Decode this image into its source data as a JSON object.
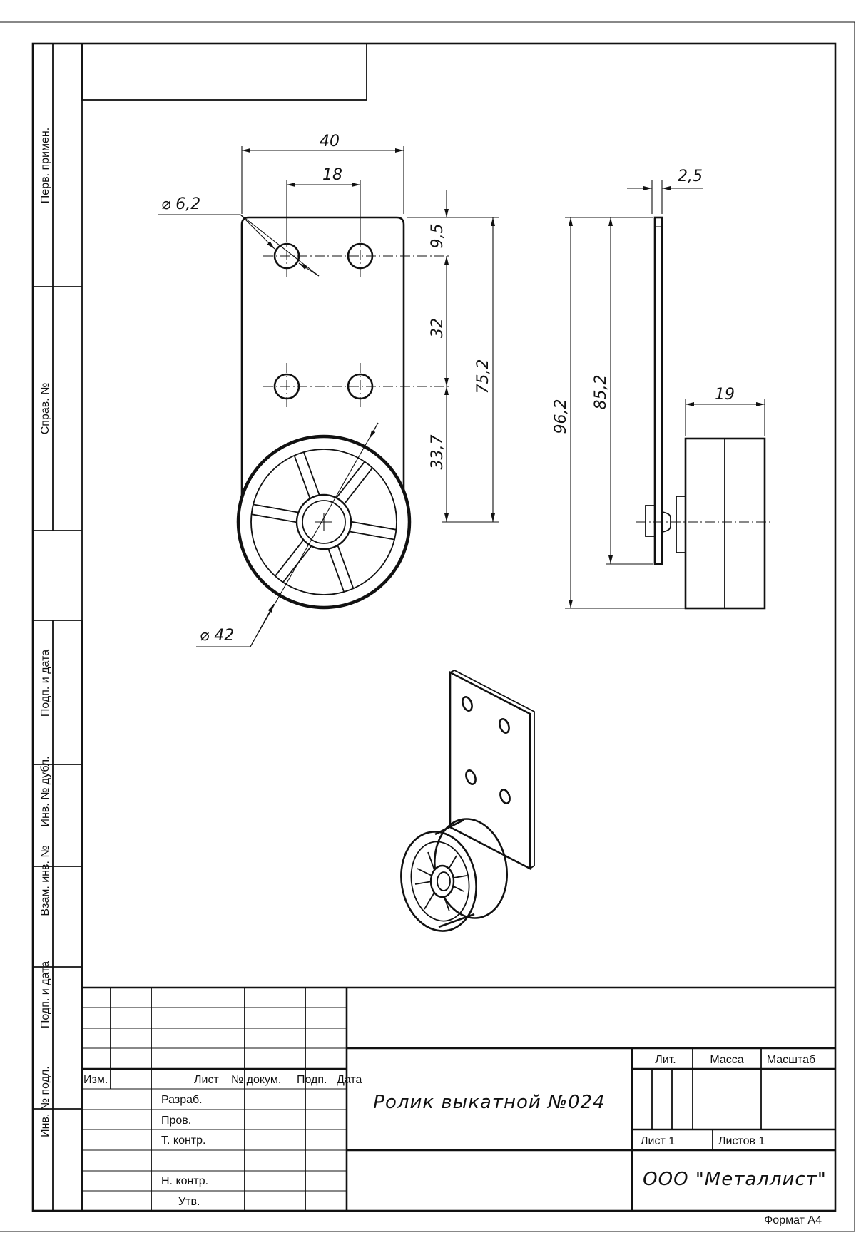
{
  "sheet": {
    "format_label": "Формат А4"
  },
  "side_stamp": {
    "top": [
      "Перв. примен.",
      "Справ. №"
    ],
    "bottom": [
      "Подп. и дата",
      "Инв. № дубл.",
      "Взам. инв. №",
      "Подп. и дата",
      "Инв. № подл."
    ]
  },
  "front_view": {
    "dim_width": "40",
    "dim_hole_spacing": "18",
    "dim_hole_diameter": "⌀ 6,2",
    "dim_top_offset": "9,5",
    "dim_hole_vertical": "32",
    "dim_axle_offset": "33,7",
    "dim_total_to_axle": "75,2",
    "dim_wheel_diameter": "⌀ 42"
  },
  "side_view": {
    "dim_thickness": "2,5",
    "dim_overall_height": "96,2",
    "dim_plate_height": "85,2",
    "dim_wheel_width": "19"
  },
  "title_block": {
    "headers": {
      "izm": "Изм.",
      "list": "Лист",
      "doc_no": "№ докум.",
      "sign": "Подп.",
      "date": "Дата"
    },
    "roles": [
      "Разраб.",
      "Пров.",
      "Т. контр.",
      "Н. контр.",
      "Утв."
    ],
    "title": "Ролик выкатной №024",
    "lit": "Лит.",
    "mass": "Масса",
    "scale": "Масштаб",
    "sheet": "Лист 1",
    "sheets": "Листов 1",
    "company": "ООО \"Металлист\""
  }
}
